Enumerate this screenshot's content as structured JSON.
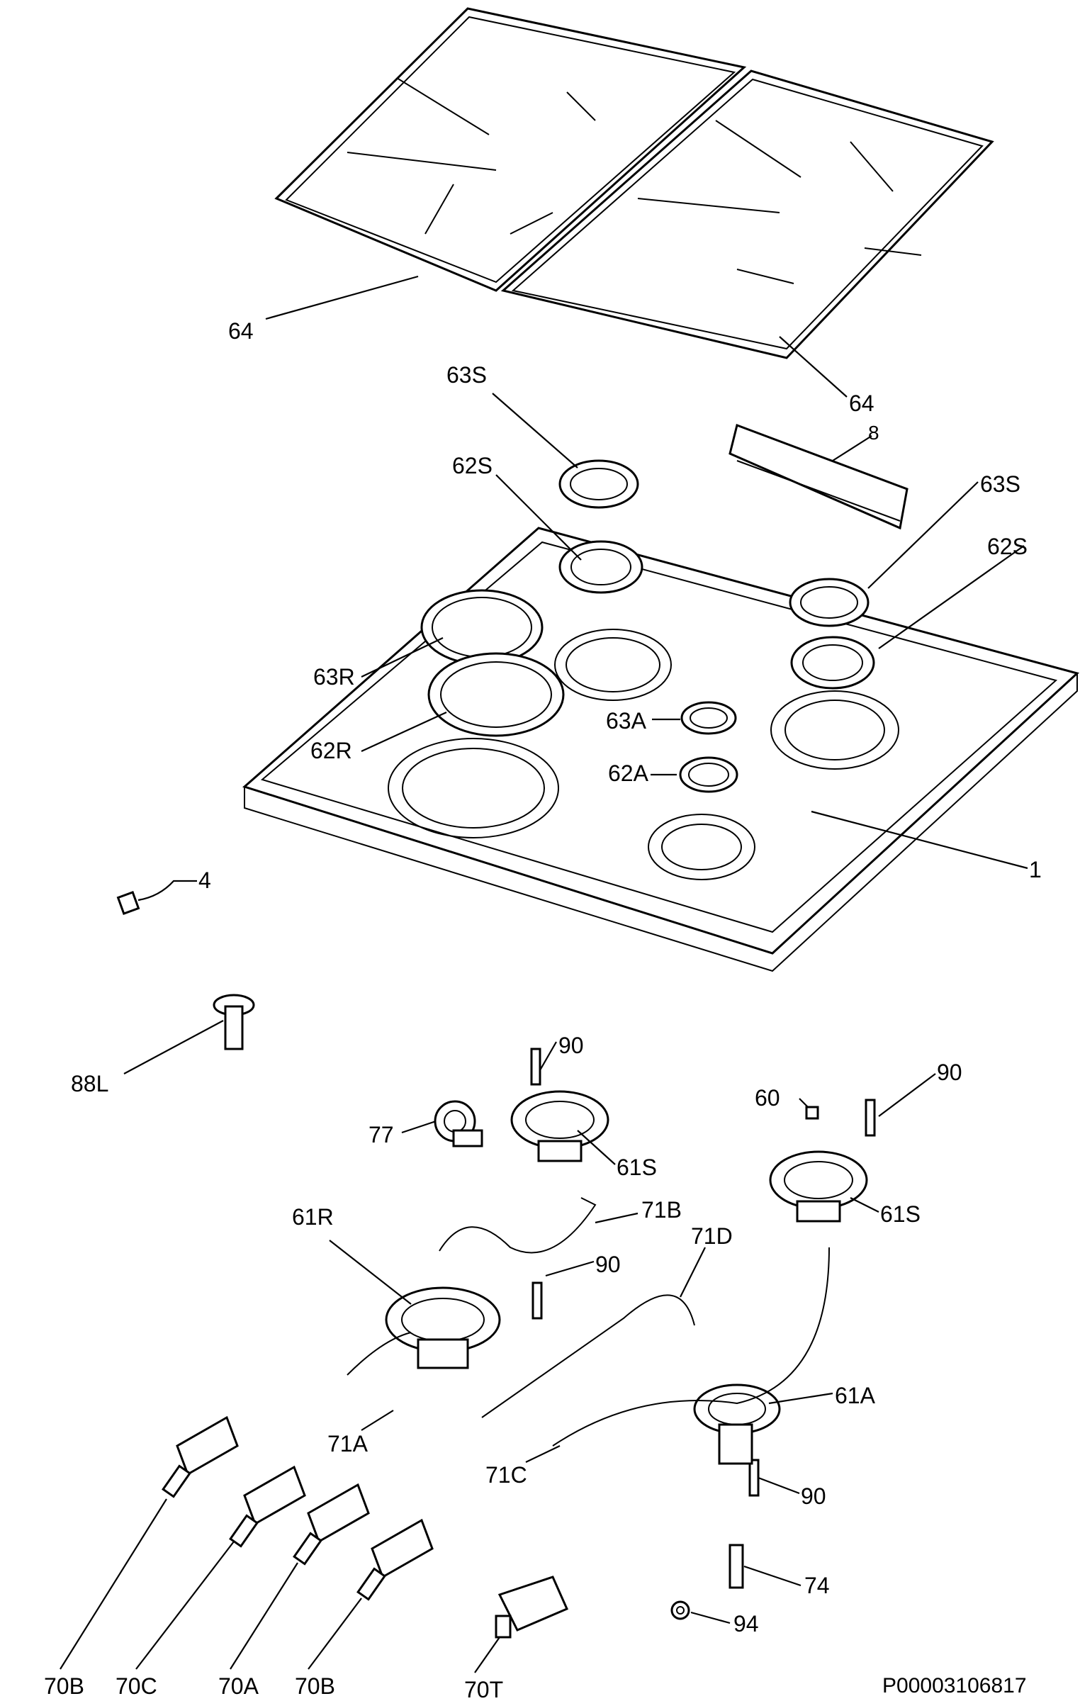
{
  "diagram": {
    "doc_id": "P00003106817",
    "labels": {
      "l64a": "64",
      "l64b": "64",
      "l63s_top": "63S",
      "l8": "8",
      "l62s_top": "62S",
      "l63s_right": "63S",
      "l62s_right": "62S",
      "l63r": "63R",
      "l62r": "62R",
      "l63a": "63A",
      "l62a": "62A",
      "l1": "1",
      "l4": "4",
      "l88l": "88L",
      "l90a": "90",
      "l90b": "90",
      "l90c": "90",
      "l90d": "90",
      "l60": "60",
      "l77": "77",
      "l61s_a": "61S",
      "l61s_b": "61S",
      "l61r": "61R",
      "l71b": "71B",
      "l71d": "71D",
      "l71a": "71A",
      "l71c": "71C",
      "l61a": "61A",
      "l74": "74",
      "l94": "94",
      "l70b_a": "70B",
      "l70c": "70C",
      "l70a": "70A",
      "l70b_b": "70B",
      "l70t": "70T"
    }
  }
}
